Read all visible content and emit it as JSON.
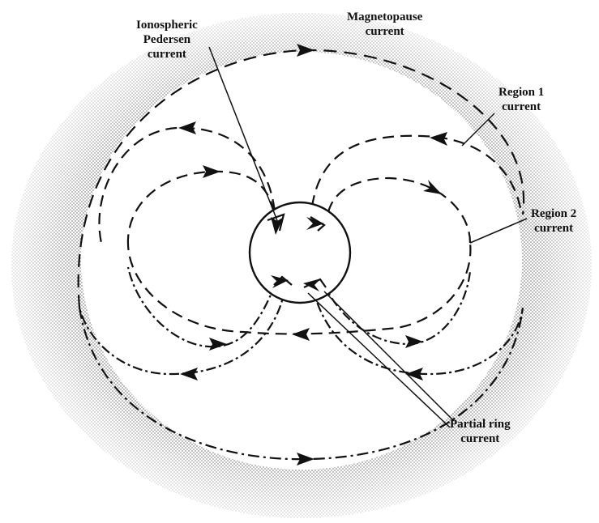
{
  "diagram": {
    "labels": {
      "ionospheric_line1": "Ionospheric",
      "ionospheric_line2": "Pedersen",
      "ionospheric_line3": "current",
      "magnetopause_line1": "Magnetopause",
      "magnetopause_line2": "current",
      "region1_line1": "Region 1",
      "region1_line2": "current",
      "region2_line1": "Region 2",
      "region2_line2": "current",
      "partial_ring_line1": "Partial ring",
      "partial_ring_line2": "current"
    },
    "colors": {
      "ink": "#111111",
      "shading": "#9a9a9a",
      "background": "#ffffff"
    }
  }
}
